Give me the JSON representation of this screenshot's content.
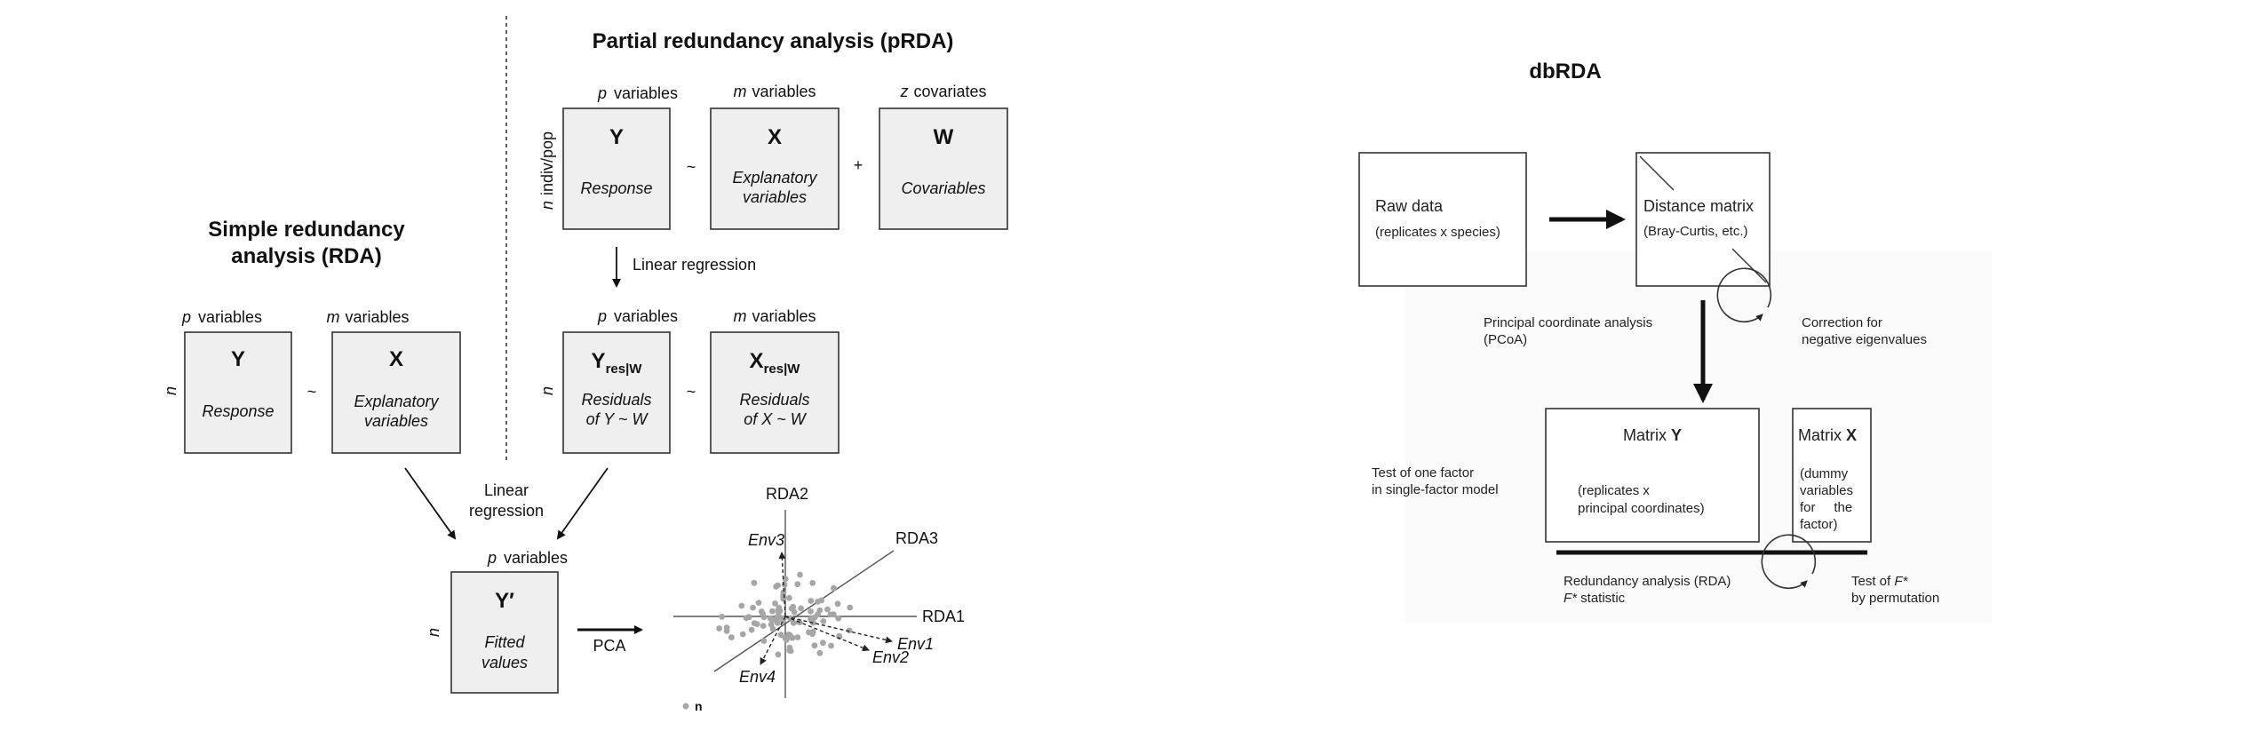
{
  "rda": {
    "title_line1": "Simple redundancy",
    "title_line2": "analysis (RDA)",
    "p_italic": "p",
    "variables": "variables",
    "m_italic": "m",
    "n": "n",
    "Y": "Y",
    "response": "Response",
    "tilde": "~",
    "X": "X",
    "explanatory_line1": "Explanatory",
    "explanatory_line2": "variables",
    "linear_line1": "Linear",
    "linear_line2": "regression"
  },
  "prda": {
    "title": "Partial redundancy analysis (pRDA)",
    "p_italic": "p",
    "m_italic": "m",
    "z_italic": "z",
    "variables": "variables",
    "covariates": "covariates",
    "indiv_pop": "indiv/pop",
    "n": "n",
    "Y": "Y",
    "response": "Response",
    "tilde": "~",
    "X": "X",
    "explanatory_line1": "Explanatory",
    "explanatory_line2": "variables",
    "plus": "+",
    "W": "W",
    "covariables": "Covariables",
    "linear_regression": "Linear regression",
    "Yres": "Y",
    "Xres": "X",
    "res_sub": "res|W",
    "residuals": "Residuals",
    "of_y_w": "of Y ~ W",
    "of_x_w": "of X ~ W"
  },
  "fitted": {
    "p_italic": "p",
    "variables": "variables",
    "n": "n",
    "Yprime": "Y′",
    "fitted_line1": "Fitted",
    "fitted_line2": "values",
    "pca": "PCA"
  },
  "ordination": {
    "axes": [
      "RDA1",
      "RDA2",
      "RDA3"
    ],
    "env": [
      "Env1",
      "Env2",
      "Env3",
      "Env4"
    ],
    "legend_n": "n"
  },
  "dbrda": {
    "title": "dbRDA",
    "raw_data": "Raw data",
    "raw_sub": "(replicates x species)",
    "distance_matrix": "Distance matrix",
    "distance_sub": "(Bray-Curtis, etc.)",
    "pcoa_line1": "Principal coordinate analysis",
    "pcoa_line2": "(PCoA)",
    "correction_line1": "Correction for",
    "correction_line2": "negative eigenvalues",
    "matrix_y_prefix": "Matrix ",
    "matrix_y_bold": "Y",
    "matrix_y_sub1": "(replicates x",
    "matrix_y_sub2": "principal coordinates)",
    "matrix_x_prefix": "Matrix ",
    "matrix_x_bold": "X",
    "matrix_x_sub1": "(dummy",
    "matrix_x_sub2": "variables",
    "matrix_x_sub3": "for     the",
    "matrix_x_sub4": "factor)",
    "test_line1": "Test of one factor",
    "test_line2": "in single-factor model",
    "rda_line1": "Redundancy analysis (RDA)",
    "rda_line2_italic": "F*",
    "rda_line2_rest": " statistic",
    "testf_line1_prefix": "Test of ",
    "testf_line1_italic": "F*",
    "testf_line2": "by permutation"
  }
}
